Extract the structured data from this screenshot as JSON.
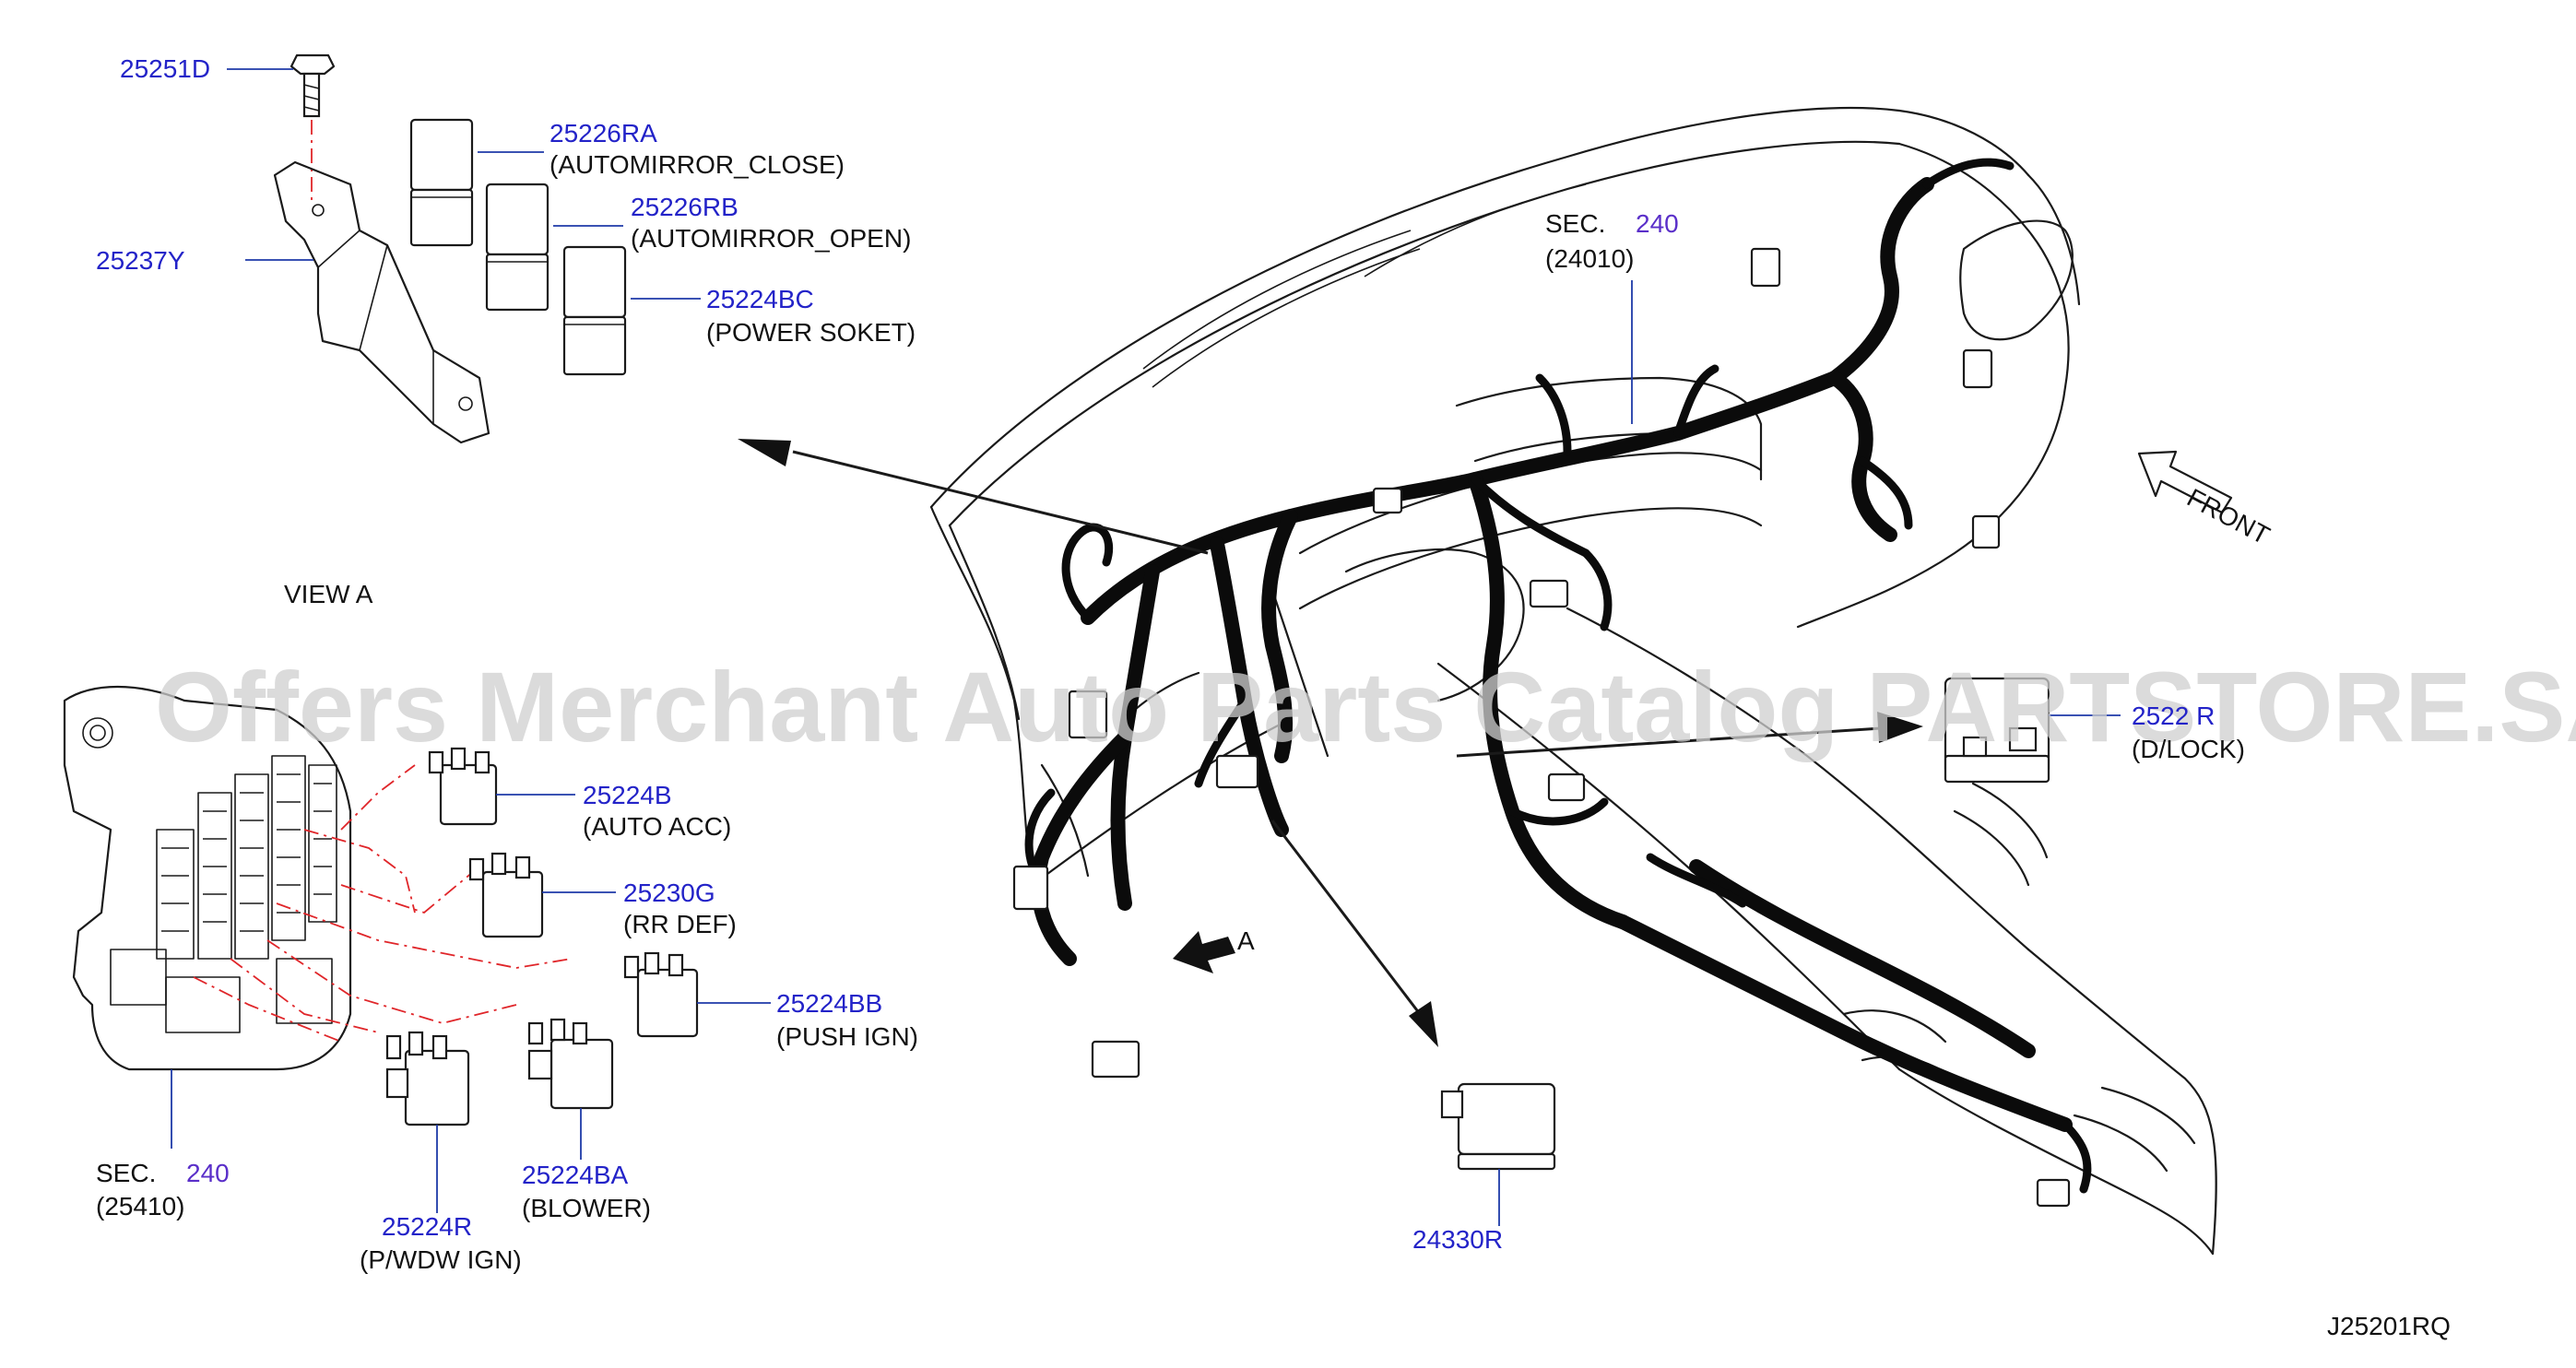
{
  "labels": {
    "p25251D": "25251D",
    "p25226RA": "25226RA",
    "d25226RA": "(AUTOMIRROR_CLOSE)",
    "p25226RB": "25226RB",
    "d25226RB": "(AUTOMIRROR_OPEN)",
    "p25237Y": "25237Y",
    "p25224BC": "25224BC",
    "d25224BC": "(POWER  SOKET)",
    "view_a": "VIEW  A",
    "p25224B": "25224B",
    "d25224B": "(AUTO  ACC)",
    "p25230G": "25230G",
    "d25230G": "(RR  DEF)",
    "p25224BB": "25224BB",
    "d25224BB": "(PUSH  IGN)",
    "sec_left": "SEC.",
    "sec_left_num": "240",
    "d25410": "(25410)",
    "p25224BA": "25224BA",
    "d25224BA": "(BLOWER)",
    "p25224R_pw": "25224R",
    "d25224R_pw": "(P/WDW  IGN)",
    "sec_top": "SEC.",
    "sec_top_num": "240",
    "d24010": "(24010)",
    "front": "FRONT",
    "p2522R": "2522 R",
    "d2522R": "(D/LOCK)",
    "arrow_a": "A",
    "p24330R": "24330R",
    "diagram_id": "J25201RQ"
  },
  "watermark": "Offers Merchant Auto Parts Catalog PARTSTORE.SA",
  "colors": {
    "part_number": "#2323c8",
    "section_ref": "#5a2fc9",
    "leader": "#1e3aa8",
    "relay_leader": "#e0262a",
    "harness": "#0b0b0b"
  }
}
